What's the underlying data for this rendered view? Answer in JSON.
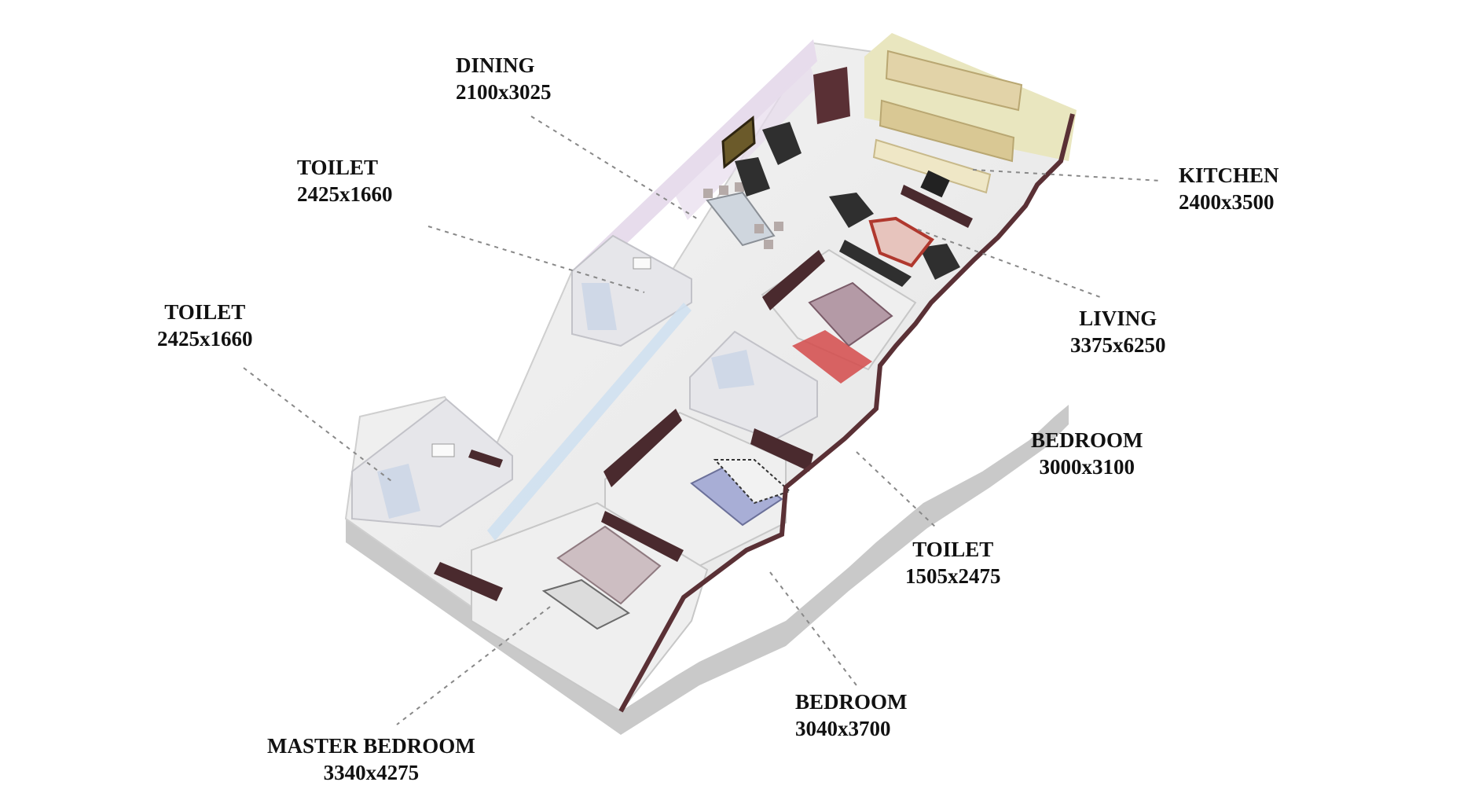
{
  "rooms": [
    {
      "id": "dining",
      "name": "DINING",
      "dims": "2100x3025"
    },
    {
      "id": "toilet-1",
      "name": "TOILET",
      "dims": "2425x1660"
    },
    {
      "id": "toilet-2",
      "name": "TOILET",
      "dims": "2425x1660"
    },
    {
      "id": "kitchen",
      "name": "KITCHEN",
      "dims": "2400x3500"
    },
    {
      "id": "living",
      "name": "LIVING",
      "dims": "3375x6250"
    },
    {
      "id": "bedroom-1",
      "name": "BEDROOM",
      "dims": "3000x3100"
    },
    {
      "id": "toilet-3",
      "name": "TOILET",
      "dims": "1505x2475"
    },
    {
      "id": "bedroom-2",
      "name": "BEDROOM",
      "dims": "3040x3700"
    },
    {
      "id": "master-bedroom",
      "name": "MASTER BEDROOM",
      "dims": "3340x4275"
    }
  ],
  "colors": {
    "floor": "#eeeeee",
    "wall": "#d9d5df",
    "wall_side": "#bdb9c2",
    "dining_wall": "#e7dcec",
    "kitchen_wall": "#e9e6bf",
    "cabinet": "#e2d3a8",
    "furniture": "#4a2a2e",
    "sofa": "#2f2f2f",
    "leader_line": "#888888"
  }
}
